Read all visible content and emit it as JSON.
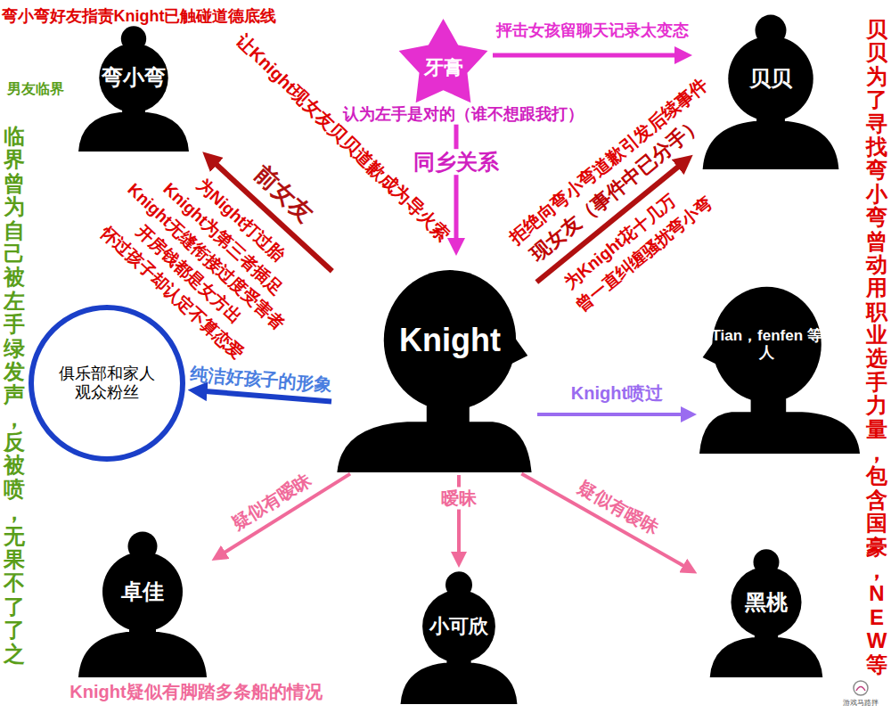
{
  "diagram": {
    "nodes": [
      {
        "text": [
          "弯小弯"
        ]
      },
      {
        "text": [
          "牙膏"
        ]
      },
      {
        "text": [
          "贝贝"
        ]
      },
      {
        "text": [
          "俱乐部和家人 观众粉丝"
        ]
      },
      {
        "text": [
          "Knight"
        ]
      },
      {
        "text": [
          "Tian，fenfen 等人"
        ]
      },
      {
        "text": [
          "卓佳"
        ]
      },
      {
        "text": [
          "小可欣"
        ]
      },
      {
        "text": [
          "黑桃"
        ]
      }
    ],
    "edges": [
      {
        "from": 4,
        "to": 0,
        "arrow": "to",
        "label": "前女友"
      },
      {
        "from": 1,
        "to": 2,
        "arrow": "to",
        "label": "抨击女孩留聊天记录太变态"
      },
      {
        "from": 1,
        "to": 4,
        "arrow": "to",
        "label": "同乡关系"
      },
      {
        "from": 4,
        "to": 2,
        "arrow": "to",
        "label": "现女友（事件中已分手）"
      },
      {
        "from": 4,
        "to": 3,
        "arrow": "to",
        "label": "纯洁好孩子的形象"
      },
      {
        "from": 4,
        "to": 5,
        "arrow": "to",
        "label": "Knight喷过"
      },
      {
        "from": 4,
        "to": 6,
        "arrow": "to",
        "label": "疑似有暧昧"
      },
      {
        "from": 4,
        "to": 7,
        "arrow": "to",
        "label": "暧昧"
      },
      {
        "from": 4,
        "to": 8,
        "arrow": "to",
        "label": "疑似有暧昧"
      }
    ],
    "labels": [
      "弯小弯好友指责Knight已触碰道德底线",
      "男友临界",
      "临界曾为自己被左手绿发声，反被喷，无果不了了之",
      "让Knight现女友贝贝道歉成为导火索",
      "认为左手是对的（谁不想跟我打）",
      "为Night打过胎",
      "Knight为第三者插足",
      "Knight无缝衔接过度受害者",
      "开房钱都是女方出",
      "怀过孩子却认定不算恋爱",
      "拒绝向弯小弯道歉引发后续事件",
      "为Knight花十几万",
      "曾一直纠缠骚扰弯小弯",
      "贝贝为了寻找弯小弯曾动用职业选手力量，包含国豪，NEW等",
      "Knight疑似有脚踏多条船的情况",
      "游戏马路拌"
    ]
  }
}
